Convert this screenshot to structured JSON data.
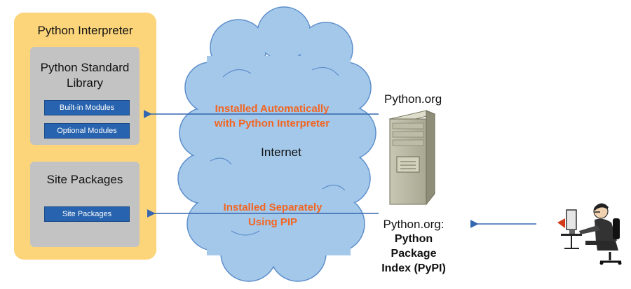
{
  "interpreter": {
    "title": "Python Interpreter",
    "standard_library": {
      "title": "Python Standard Library",
      "modules": [
        "Built-in Modules",
        "Optional Modules"
      ]
    },
    "site_packages": {
      "title": "Site Packages",
      "modules": [
        "Site Packages"
      ]
    }
  },
  "cloud": {
    "label": "Internet",
    "color": "#a4c8ea"
  },
  "arrows": {
    "top_label_line1": "Installed Automatically",
    "top_label_line2": "with Python Interpreter",
    "bottom_label_line1": "Installed Separately",
    "bottom_label_line2": "Using PIP",
    "label_color": "#f26522",
    "arrow_color": "#3566b0"
  },
  "server": {
    "top_label": "Python.org",
    "bottom_label_line1": "Python.org:",
    "bottom_label_line2": "Python",
    "bottom_label_line3": "Package",
    "bottom_label_line4": "Index (PyPI)"
  },
  "user_icon": "person-at-computer-icon",
  "colors": {
    "interpreter_bg": "#fcd57a",
    "group_bg": "#c3c3c3",
    "module_bg": "#2763ae"
  }
}
